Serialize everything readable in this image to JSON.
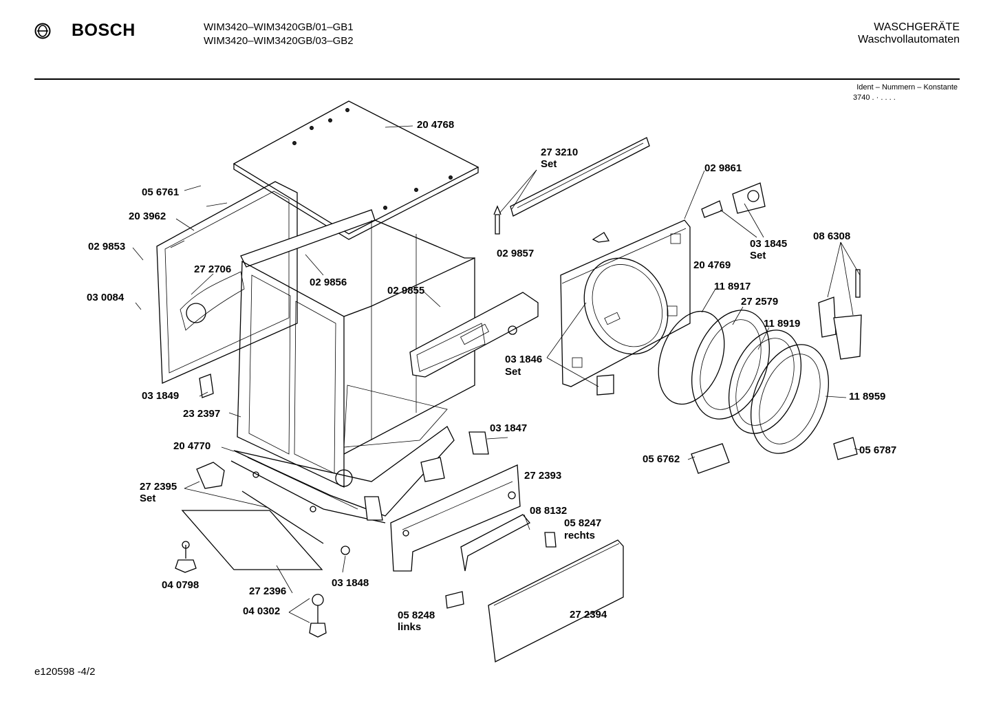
{
  "header": {
    "brand": "BOSCH",
    "model_line_1": "WIM3420–WIM3420GB/01–GB1",
    "model_line_2": "WIM3420–WIM3420GB/03–GB2",
    "category_line_1": "WASCHGERÄTE",
    "category_line_2": "Waschvollautomaten",
    "ident_caption": "Ident – Nummern – Konstante",
    "ident_value": "3740 . · . . . ."
  },
  "labels": {
    "l204768": "20 4768",
    "l273210": "27 3210",
    "l273210_set": "Set",
    "l029861": "02 9861",
    "l056761": "05 6761",
    "l203962": "20 3962",
    "l029853": "02 9853",
    "l272706": "27 2706",
    "l030084": "03 0084",
    "l029856": "02 9856",
    "l029857": "02 9857",
    "l029855": "02 9855",
    "l031845": "03 1845",
    "l031845_set": "Set",
    "l086308": "08 6308",
    "l204769": "20 4769",
    "l118917": "11 8917",
    "l272579": "27 2579",
    "l118919": "11 8919",
    "l031846": "03 1846",
    "l031846_set": "Set",
    "l118959": "11 8959",
    "l031849": "03 1849",
    "l232397": "23 2397",
    "l031847": "03 1847",
    "l204770": "20 4770",
    "l056762": "05 6762",
    "l056787": "05 6787",
    "l272393": "27 2393",
    "l272395": "27 2395",
    "l272395_set": "Set",
    "l088132": "08 8132",
    "l058247": "05 8247",
    "l058247_side": "rechts",
    "l040798": "04 0798",
    "l031848": "03 1848",
    "l272396": "27 2396",
    "l040302": "04 0302",
    "l058248": "05 8248",
    "l058248_side": "links",
    "l272394": "27 2394"
  },
  "footer": {
    "code": "e120598 -4/2"
  },
  "icons": {
    "brand_logo": "bosch-armature-logo-icon"
  }
}
